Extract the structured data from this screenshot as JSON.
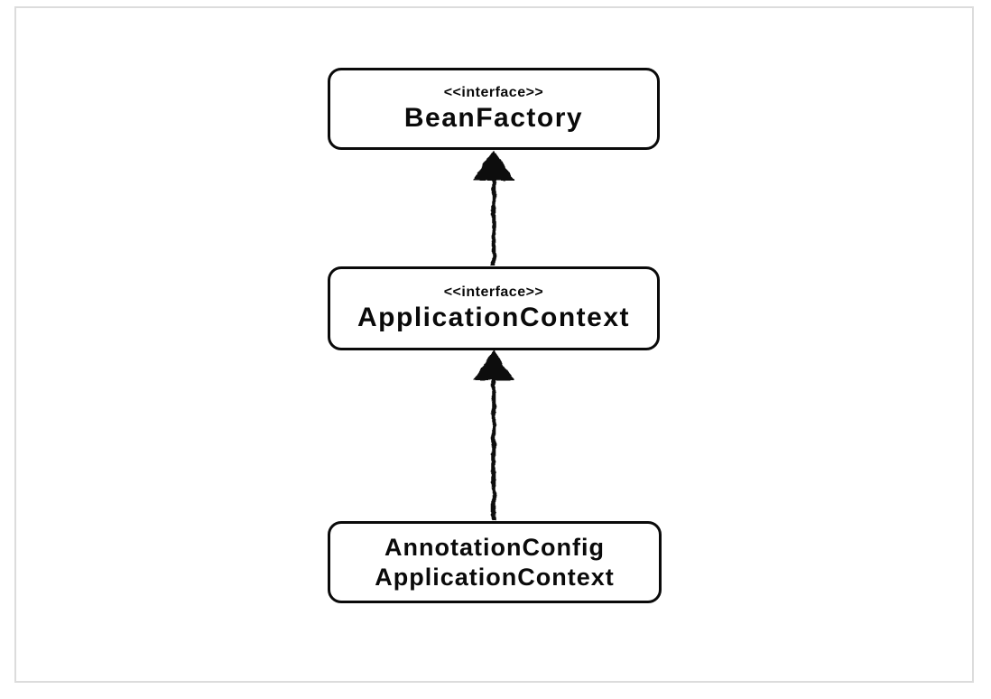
{
  "page": {
    "background_color": "#ffffff",
    "frame_border_color": "#dcdcdc",
    "diagram_ink_color": "#0a0a0a"
  },
  "diagram": {
    "type": "uml-class-hierarchy",
    "nodes": [
      {
        "id": "bean-factory",
        "stereotype": "<<interface>>",
        "name": "BeanFactory"
      },
      {
        "id": "application-context",
        "stereotype": "<<interface>>",
        "name": "ApplicationContext"
      },
      {
        "id": "annotation-config-application-context",
        "name_line1": "AnnotationConfig",
        "name_line2": "ApplicationContext"
      }
    ],
    "edges": [
      {
        "from": "ApplicationContext",
        "to": "BeanFactory",
        "type": "inheritance-arrow-up"
      },
      {
        "from": "AnnotationConfigApplicationContext",
        "to": "ApplicationContext",
        "type": "inheritance-arrow-up"
      }
    ]
  }
}
